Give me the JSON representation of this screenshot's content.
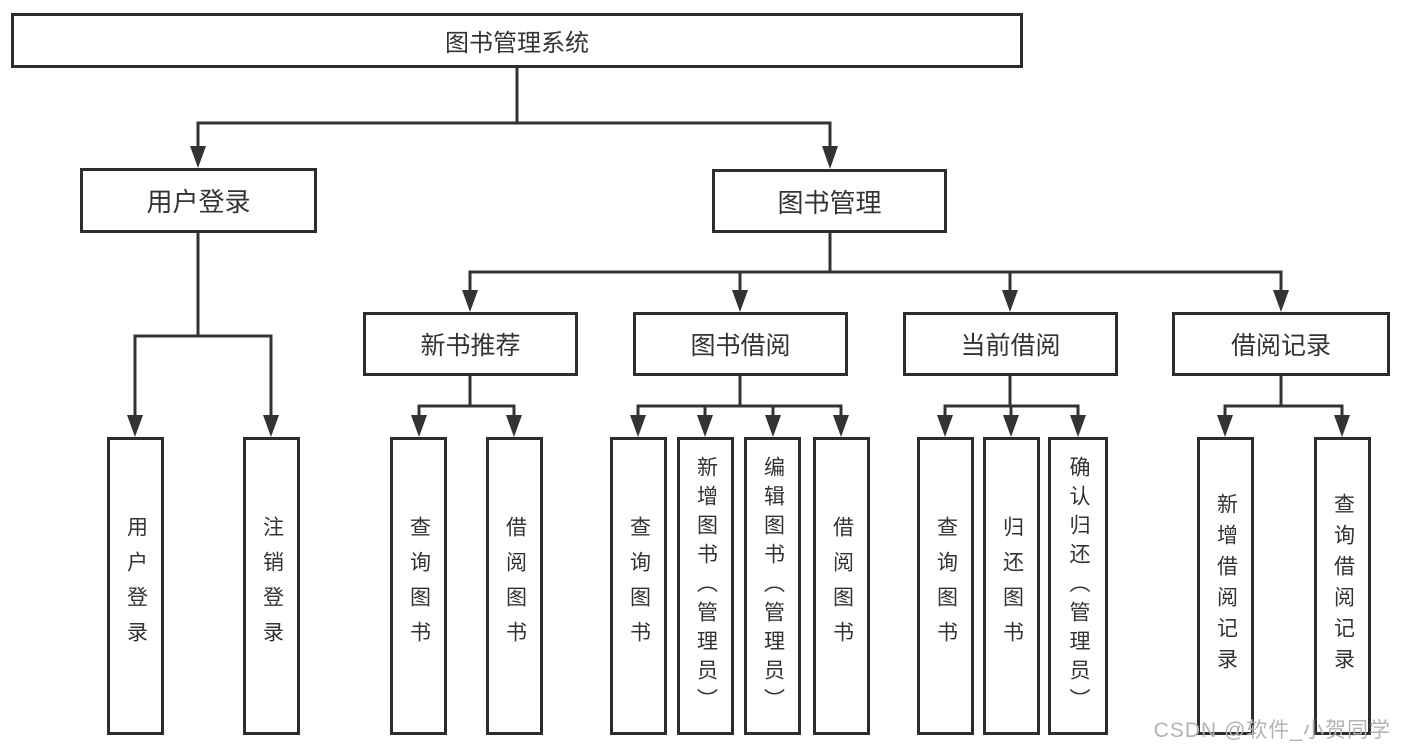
{
  "diagram": {
    "title": "图书管理系统",
    "branches": {
      "user_login": {
        "label": "用户登录",
        "children": [
          {
            "label": "用户登录"
          },
          {
            "label": "注销登录"
          }
        ]
      },
      "book_management": {
        "label": "图书管理",
        "sections": [
          {
            "label": "新书推荐",
            "children": [
              {
                "label": "查询图书"
              },
              {
                "label": "借阅图书"
              }
            ]
          },
          {
            "label": "图书借阅",
            "children": [
              {
                "label": "查询图书"
              },
              {
                "label": "新增图书（管理员）"
              },
              {
                "label": "编辑图书（管理员）"
              },
              {
                "label": "借阅图书"
              }
            ]
          },
          {
            "label": "当前借阅",
            "children": [
              {
                "label": "查询图书"
              },
              {
                "label": "归还图书"
              },
              {
                "label": "确认归还（管理员）"
              }
            ]
          },
          {
            "label": "借阅记录",
            "children": [
              {
                "label": "新增借阅记录"
              },
              {
                "label": "查询借阅记录"
              }
            ]
          }
        ]
      }
    },
    "watermark": "CSDN @软件_小贺同学",
    "colors": {
      "line": "#333333",
      "box_border": "#2d2d2d",
      "text": "#333333",
      "watermark": "#b3b3b3",
      "background": "#ffffff"
    }
  }
}
